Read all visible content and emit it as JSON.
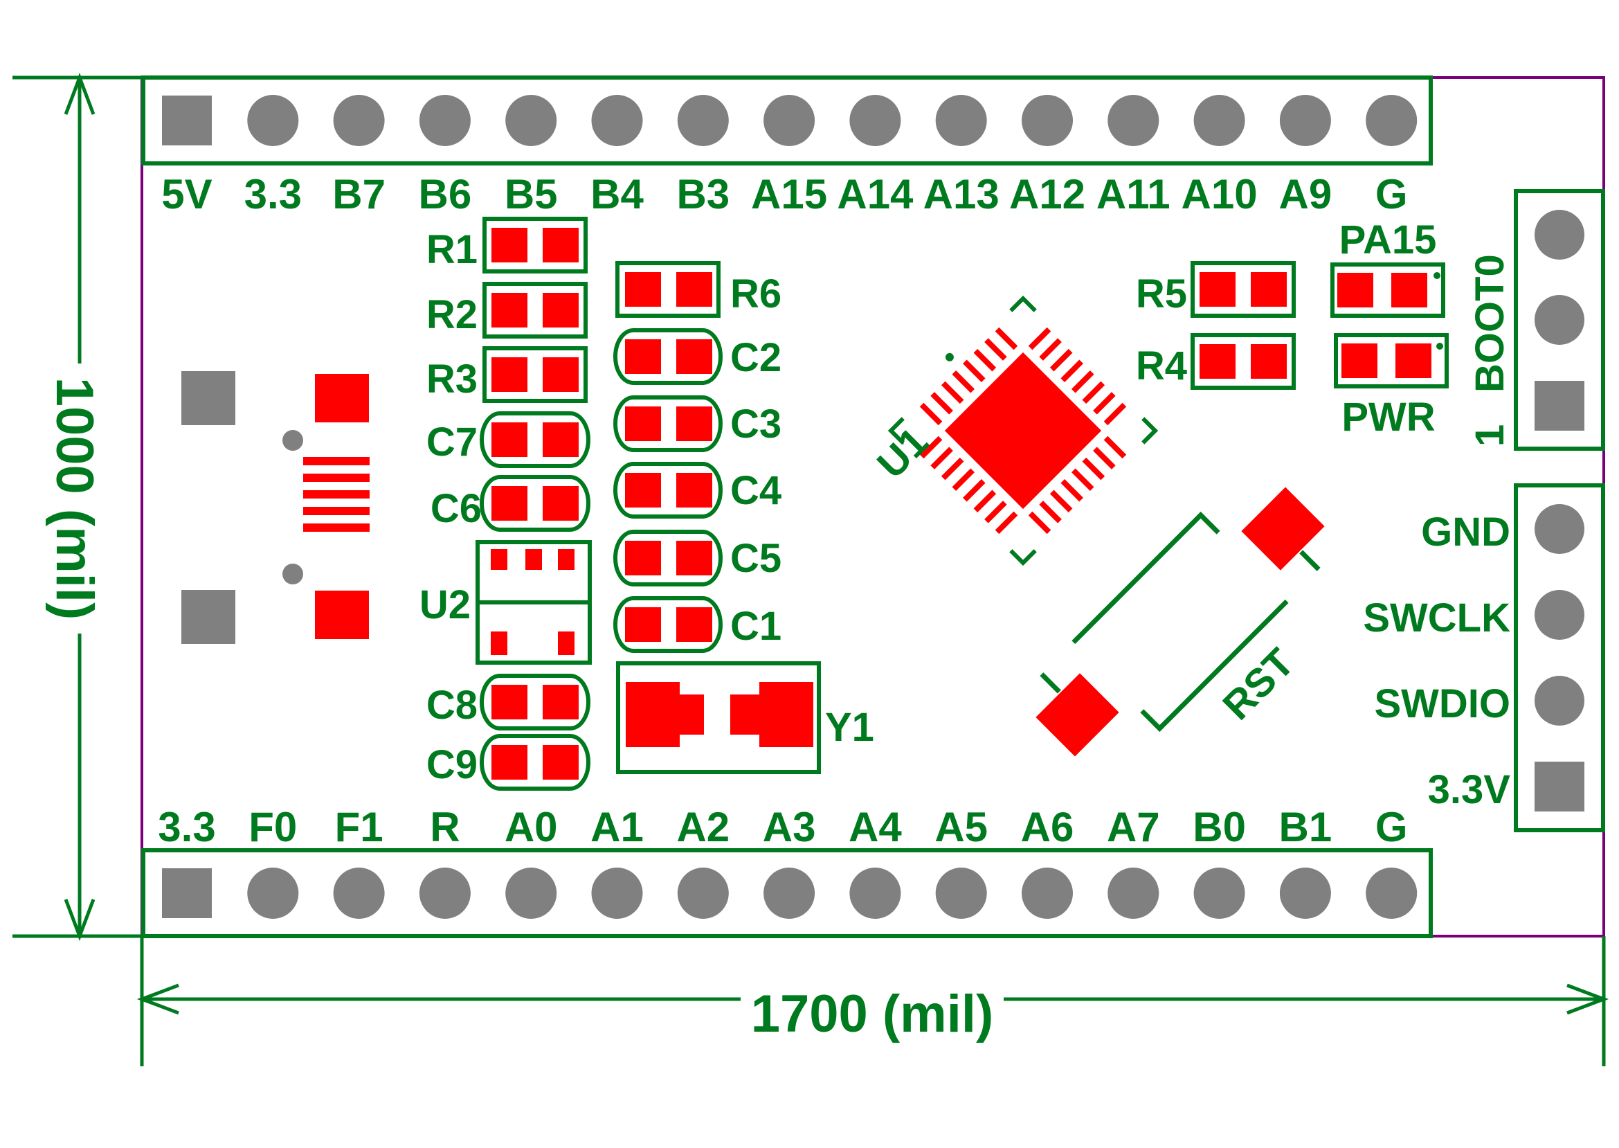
{
  "colors": {
    "silkscreen": "#007a1e",
    "pad": "#ff0000",
    "pin": "#808080",
    "board_outline": "#7a007a",
    "background": "#ffffff"
  },
  "dimensions": {
    "height_label": "1000 (mil)",
    "width_label": "1700 (mil)"
  },
  "headers": {
    "top_labels": [
      "5V",
      "3.3",
      "B7",
      "B6",
      "B5",
      "B4",
      "B3",
      "A15",
      "A14",
      "A13",
      "A12",
      "A11",
      "A10",
      "A9",
      "G"
    ],
    "bottom_labels": [
      "3.3",
      "F0",
      "F1",
      "R",
      "A0",
      "A1",
      "A2",
      "A3",
      "A4",
      "A5",
      "A6",
      "A7",
      "B0",
      "B1",
      "G"
    ]
  },
  "components": {
    "resistors": [
      "R1",
      "R2",
      "R3",
      "R6",
      "R5",
      "R4"
    ],
    "capacitors": [
      "C7",
      "C6",
      "C2",
      "C3",
      "C4",
      "C5",
      "C1",
      "C8",
      "C9"
    ],
    "u1": "U1",
    "u2": "U2",
    "crystal": "Y1",
    "reset": "RST",
    "led_pa15": "PA15",
    "led_pwr": "PWR"
  },
  "boot": {
    "label": "BOOT0",
    "pin_one": "1"
  },
  "swd": {
    "labels": [
      "GND",
      "SWCLK",
      "SWDIO",
      "3.3V"
    ]
  }
}
